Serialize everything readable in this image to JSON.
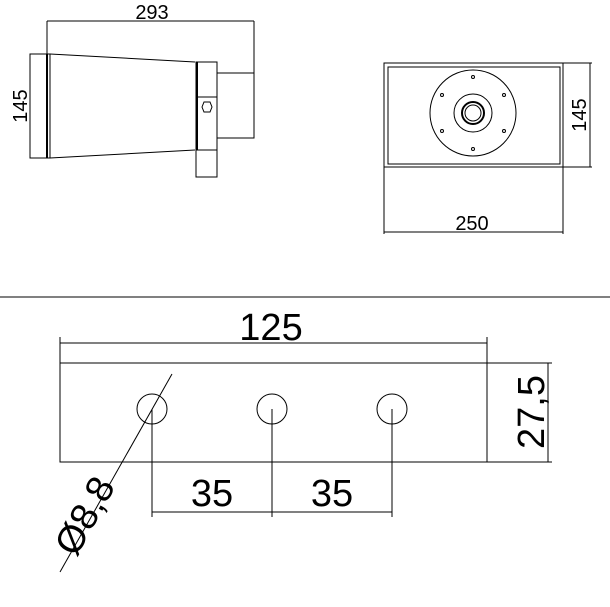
{
  "side_view": {
    "width_dim": "293",
    "height_dim": "145"
  },
  "front_view": {
    "width_dim": "250",
    "height_dim": "145"
  },
  "mounting_plate": {
    "length_dim": "125",
    "height_dim": "27,5",
    "hole_spacing_1": "35",
    "hole_spacing_2": "35",
    "hole_diameter": "Ø8,8"
  }
}
